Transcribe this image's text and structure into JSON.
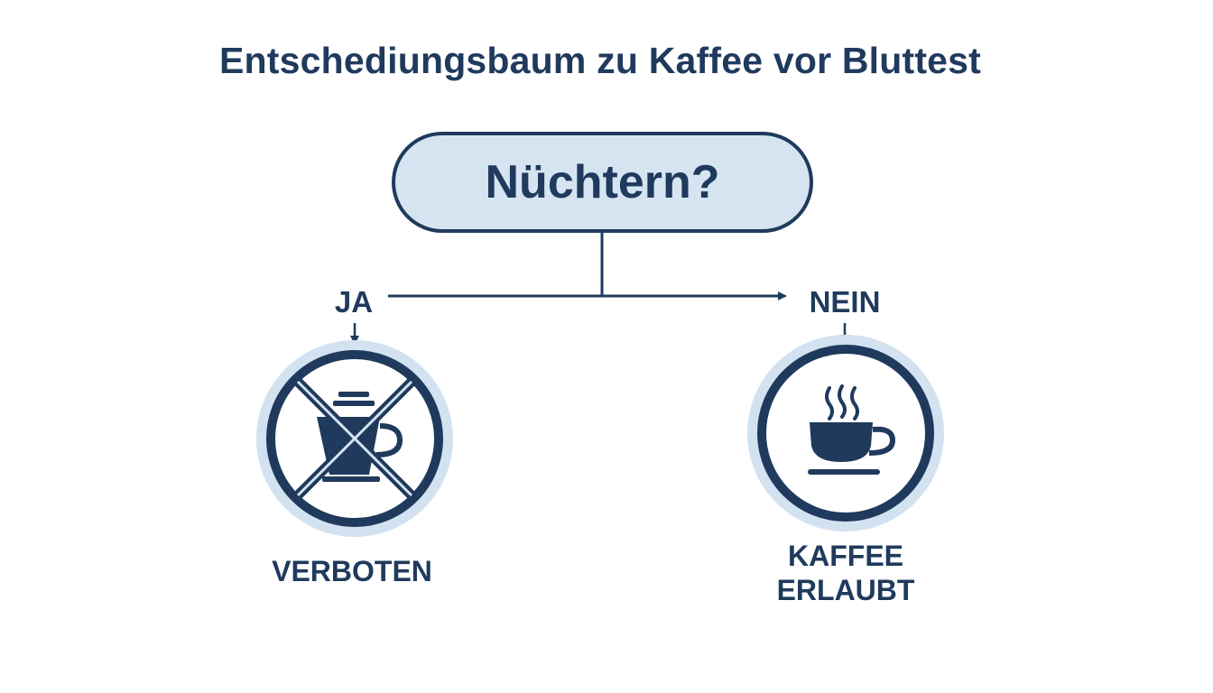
{
  "title": "Entschediungsbaum zu Kaffee vor Bluttest",
  "question": "Nüchtern?",
  "branches": {
    "yes": {
      "label": "JA",
      "icon": "no-coffee-icon",
      "outcome": "VERBOTEN"
    },
    "no": {
      "label": "NEIN",
      "icon": "coffee-cup-icon",
      "outcome_line1": "KAFFEE",
      "outcome_line2": "ERLAUBT"
    }
  },
  "colors": {
    "primary": "#1f3a5c",
    "box_fill": "#d6e4f2",
    "icon_halo": "#d3e2f1",
    "background": "#ffffff"
  }
}
